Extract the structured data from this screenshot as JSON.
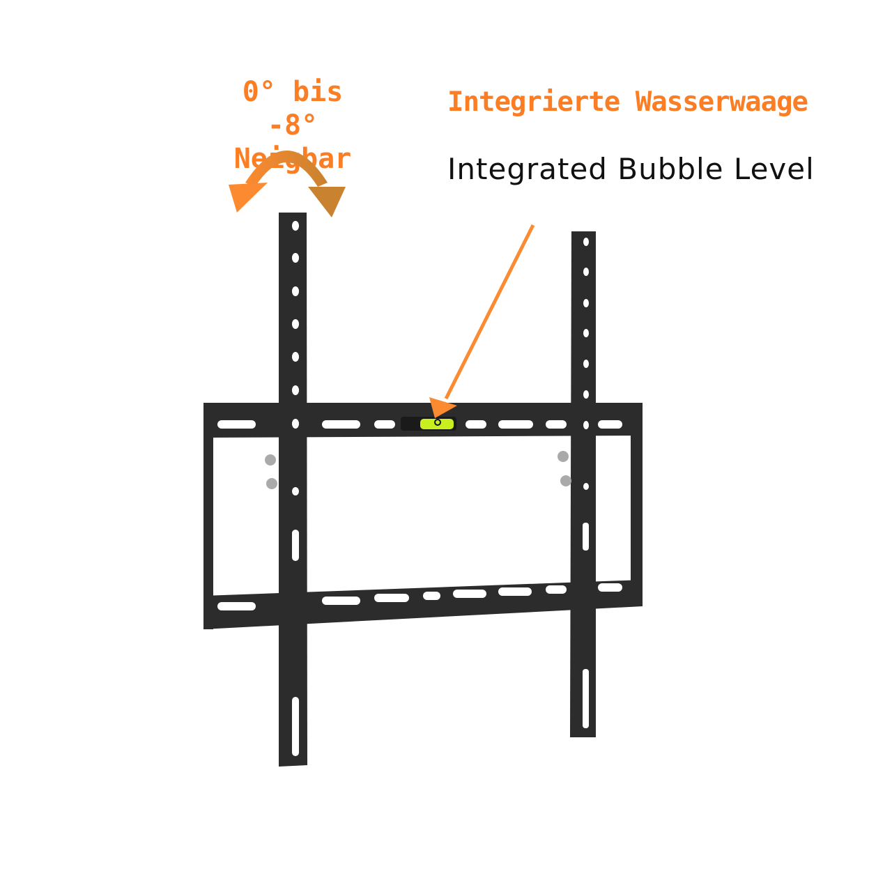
{
  "tilt_label": {
    "line1": "0° bis -8°",
    "line2": "Neigbar"
  },
  "feature_title_de": "Integrierte Wasserwaage",
  "feature_title_en": "Integrated Bubble Level",
  "colors": {
    "accent": "#fb7d24",
    "metal": "#2b2b2b",
    "bubble": "#c8f01e"
  }
}
